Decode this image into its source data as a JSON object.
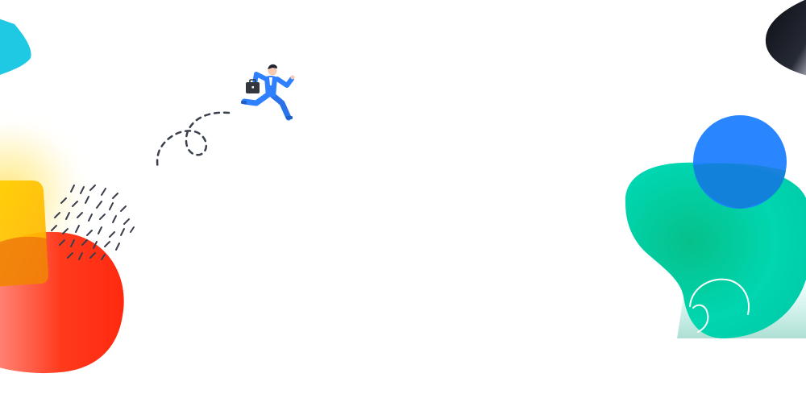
{
  "scene": {
    "background": "#ffffff",
    "colors": {
      "cyan_triangle": "#1fc8e3",
      "yellow_glow": "#ffe36a",
      "yellow_square": "#ffc400",
      "red_blob": "#ff2a10",
      "red_blob_light": "#ff6b5a",
      "dash_scribble": "#3a3f4c",
      "green_blob": "#00d4b0",
      "green_blob_dark": "#06b886",
      "blue_circle": "#1f7fff",
      "dark_corner_blob": "#14171f",
      "businessman_suit": "#2f80ff",
      "briefcase": "#33383f",
      "flight_path": "#3a3f4c"
    },
    "icons": [
      "running-businessman-icon",
      "briefcase-icon",
      "dashed-flight-path-icon",
      "cyan-triangle-shape",
      "yellow-square-shape",
      "red-blob-shape",
      "dash-scribble-texture",
      "green-blob-shape",
      "blue-circle-shape",
      "dark-corner-blob-shape",
      "white-line-doodle"
    ]
  }
}
